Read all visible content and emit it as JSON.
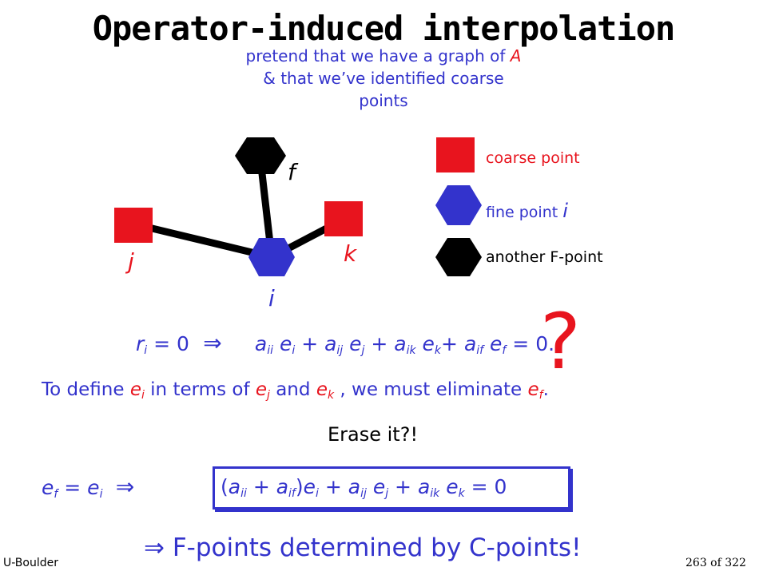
{
  "title": "Operator-induced interpolation",
  "subtitle": {
    "line1_prefix": "pretend that we have a graph of ",
    "line1_var": "A",
    "line2": "& that we’ve identified coarse",
    "line3": "points"
  },
  "graph": {
    "labels": {
      "f": "f",
      "j": "j",
      "k": "k",
      "i": "i"
    },
    "colors": {
      "coarse": "#e8141e",
      "fine": "#3333cc",
      "fpoint": "#000000"
    }
  },
  "legend": {
    "coarse": "coarse point",
    "fine_prefix": "fine point ",
    "fine_var": "i",
    "another": "another F-point"
  },
  "eq1": {
    "lhs_r": "r",
    "lhs_sub": "i",
    "lhs_rest": " = 0",
    "implies": "⇒",
    "t1": "a",
    "t1s": "ii",
    "t1e": " e",
    "t1es": "i",
    "p1": " + ",
    "t2": "a",
    "t2s": "ij",
    "t2e": " e",
    "t2es": "j",
    "p2": " + ",
    "t3": "a",
    "t3s": "ik",
    "t3e": " e",
    "t3es": "k",
    "p3": "+ ",
    "t4": "a",
    "t4s": "if",
    "t4e": " e",
    "t4es": "f",
    "end": " = 0."
  },
  "question_mark": "?",
  "eq2": {
    "a": "To define ",
    "ei": "e",
    "eis": "i",
    "b": " in terms of ",
    "ej": "e",
    "ejs": "j",
    "c": " and ",
    "ek": "e",
    "eks": "k",
    "d": " , we must eliminate ",
    "ef": "e",
    "efs": "f",
    "e": "."
  },
  "erase": "Erase it?!",
  "eq3": {
    "ef": "e",
    "efs": "f",
    "eq": " = ",
    "ei": "e",
    "eis": "i",
    "implies": "⇒"
  },
  "boxed": {
    "open": "(",
    "a1": "a",
    "a1s": "ii",
    "plus1": " + ",
    "a2": "a",
    "a2s": "if",
    "close": ")",
    "e1": "e",
    "e1s": "i",
    "plus2": " + ",
    "a3": "a",
    "a3s": "ij",
    "e2": " e",
    "e2s": "j",
    "plus3": " + ",
    "a4": "a",
    "a4s": "ik",
    "e3": " e",
    "e3s": "k",
    "end": " = 0"
  },
  "conclusion": "⇒ F-points determined by C-points!",
  "footer": {
    "left": "U-Boulder",
    "right": "263 of 322"
  }
}
